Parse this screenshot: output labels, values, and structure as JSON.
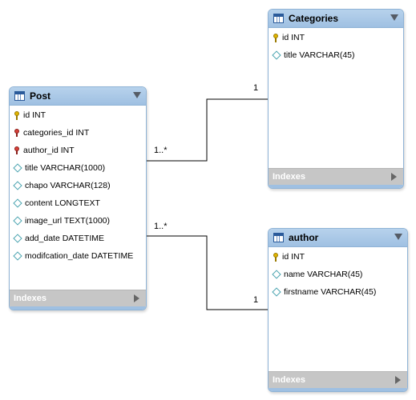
{
  "entities": {
    "categories": {
      "title": "Categories",
      "columns": [
        {
          "label": "id INT",
          "icon": "primary-key-icon"
        },
        {
          "label": "title VARCHAR(45)",
          "icon": "column-diamond-icon"
        }
      ],
      "indexes_label": "Indexes"
    },
    "post": {
      "title": "Post",
      "columns": [
        {
          "label": "id INT",
          "icon": "primary-key-icon"
        },
        {
          "label": "categories_id INT",
          "icon": "foreign-key-icon"
        },
        {
          "label": "author_id INT",
          "icon": "foreign-key-icon"
        },
        {
          "label": "title VARCHAR(1000)",
          "icon": "column-diamond-icon"
        },
        {
          "label": "chapo VARCHAR(128)",
          "icon": "column-diamond-icon"
        },
        {
          "label": "content LONGTEXT",
          "icon": "column-diamond-icon"
        },
        {
          "label": "image_url TEXT(1000)",
          "icon": "column-diamond-icon"
        },
        {
          "label": "add_date DATETIME",
          "icon": "column-diamond-icon"
        },
        {
          "label": "modifcation_date DATETIME",
          "icon": "column-diamond-icon"
        }
      ],
      "indexes_label": "Indexes"
    },
    "author": {
      "title": "author",
      "columns": [
        {
          "label": "id INT",
          "icon": "primary-key-icon"
        },
        {
          "label": "name VARCHAR(45)",
          "icon": "column-diamond-icon"
        },
        {
          "label": "firstname VARCHAR(45)",
          "icon": "column-diamond-icon"
        }
      ],
      "indexes_label": "Indexes"
    }
  },
  "relationships": {
    "post_categories": {
      "many_label": "1..*",
      "one_label": "1"
    },
    "post_author": {
      "many_label": "1..*",
      "one_label": "1"
    }
  },
  "colors": {
    "header": "#9fc0e2",
    "border": "#8fb3d6",
    "indexes_bar": "#c6c6c6",
    "connector": "#000000"
  }
}
